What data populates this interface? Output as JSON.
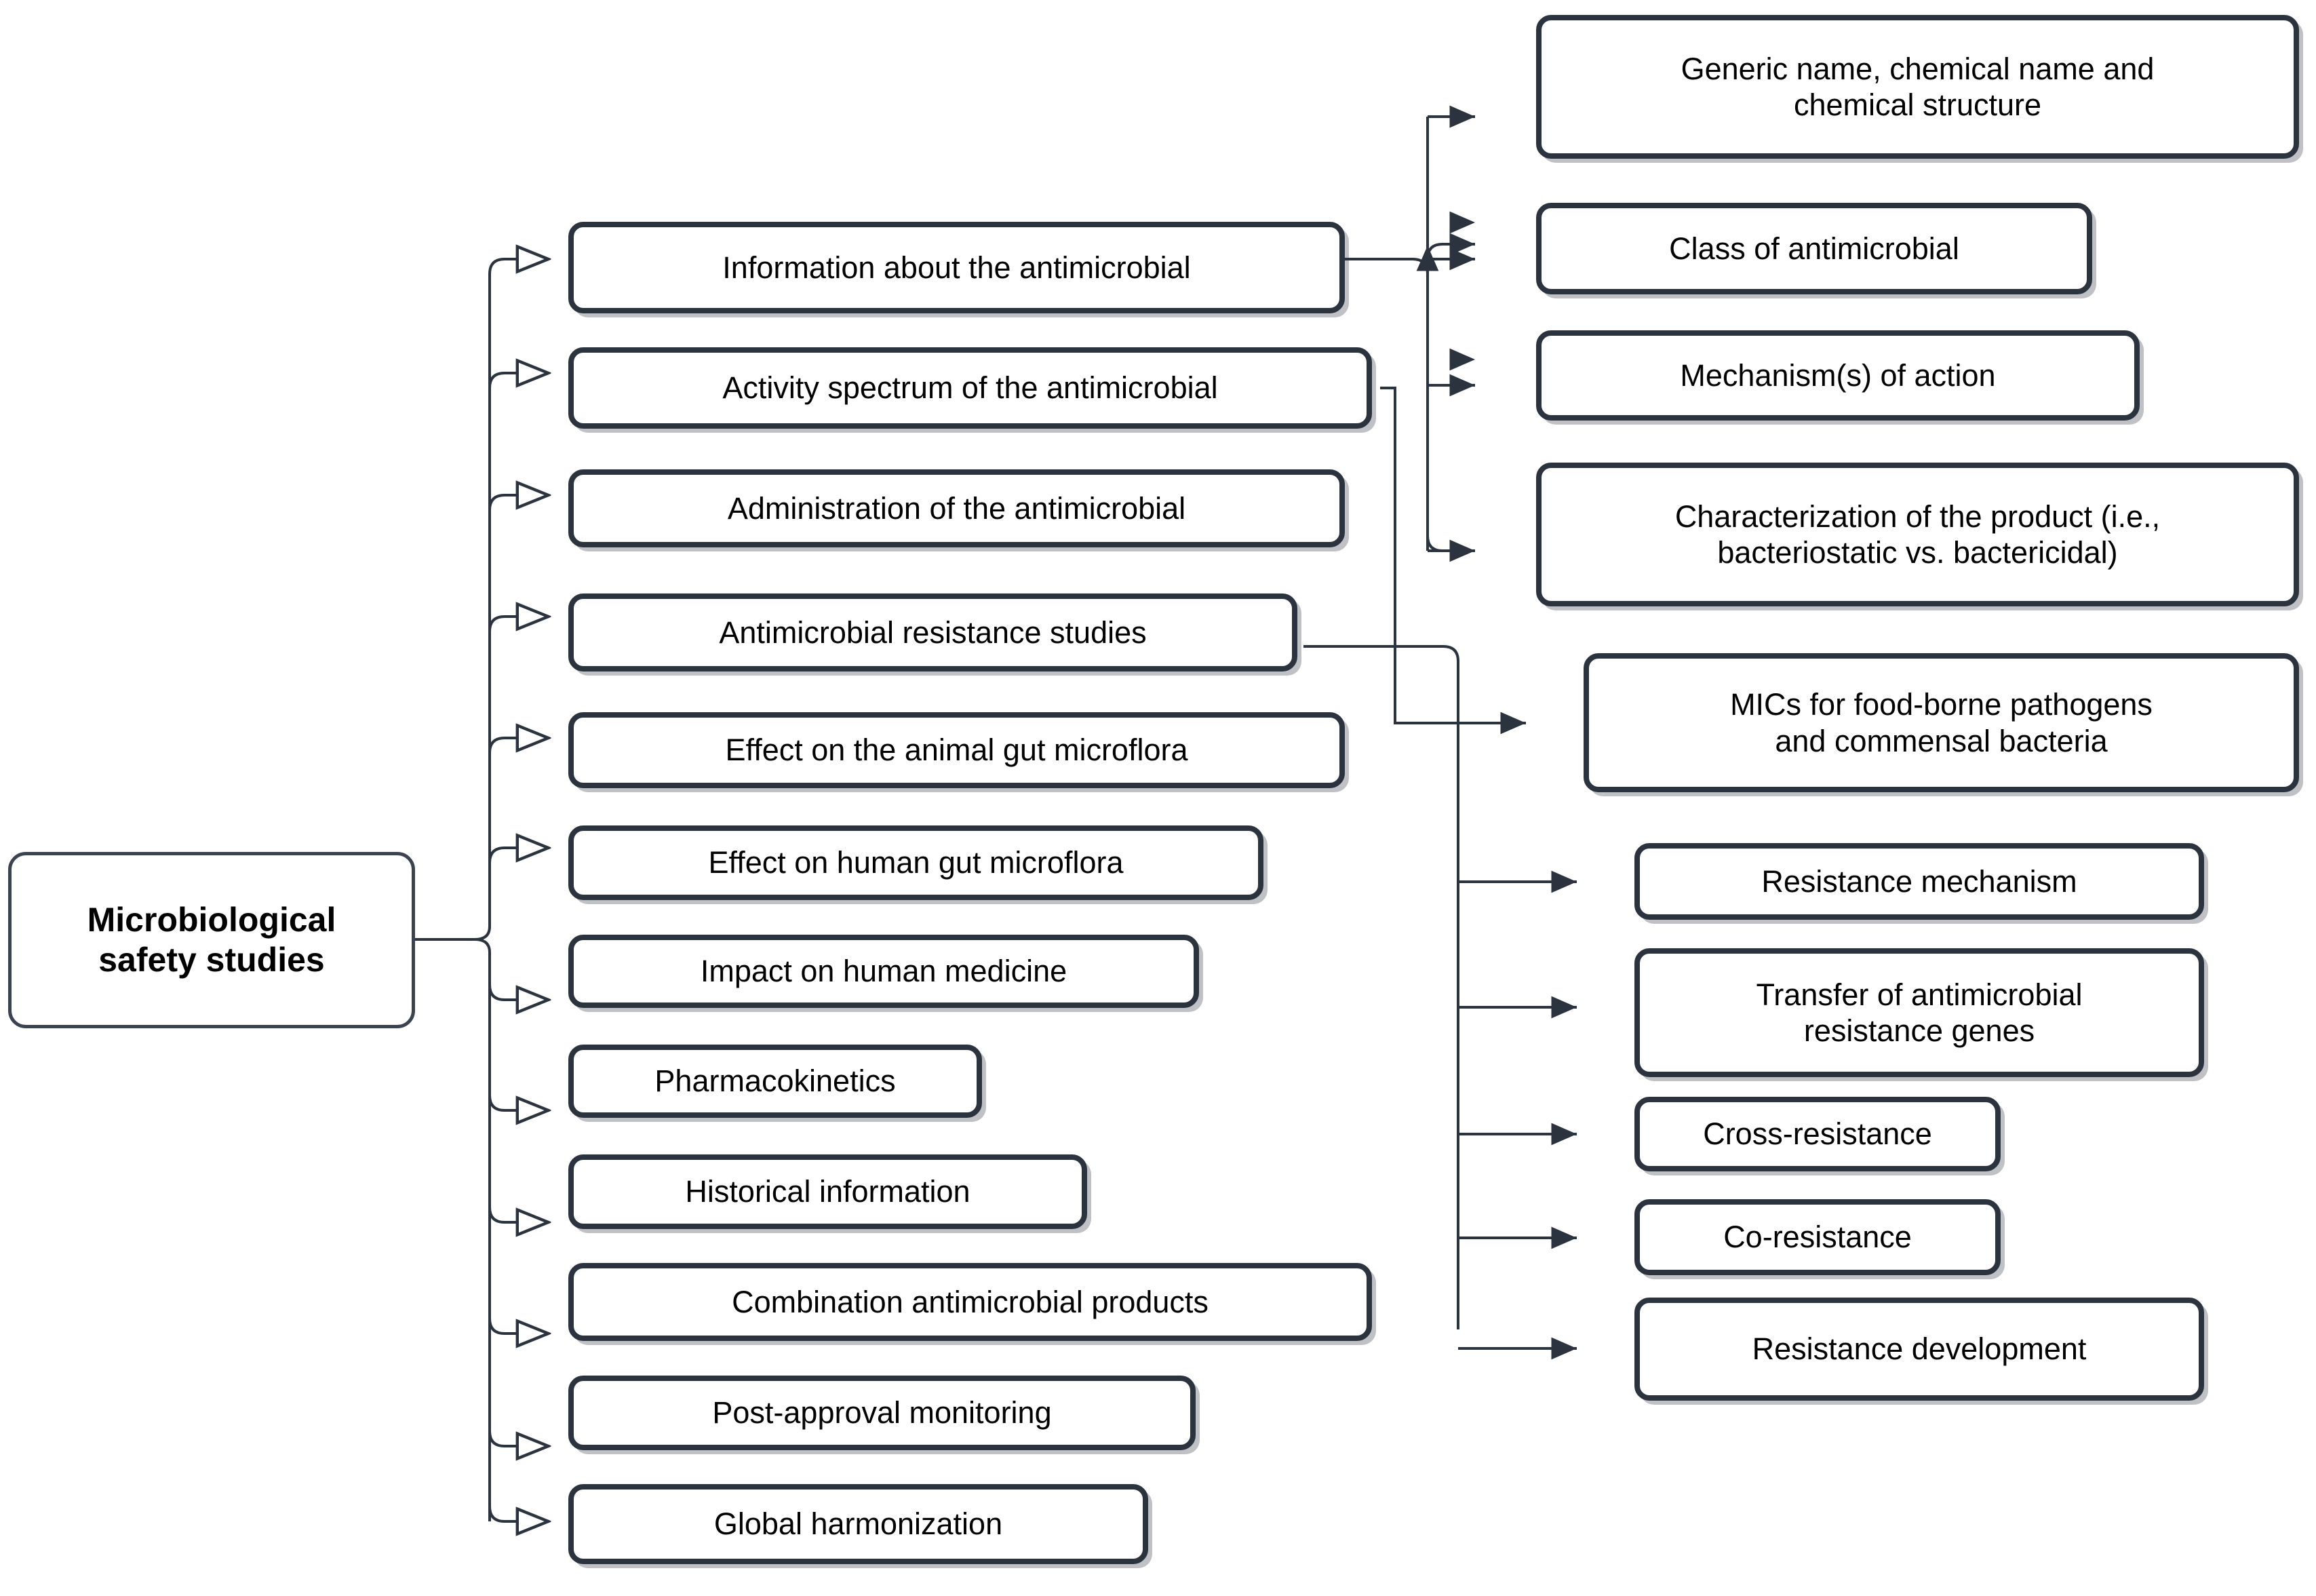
{
  "diagram": {
    "title": "Microbiological safety studies",
    "type": "hierarchical-tree",
    "orientation": "left-to-right",
    "colors": {
      "box_border": "#2b333f",
      "root_border": "#3b4351",
      "box_fill": "#ffffff",
      "connector": "#2b333f",
      "text": "#000000",
      "background": "#ffffff"
    },
    "arrowheads": {
      "level1": "hollow-triangle",
      "level2": "filled-triangle"
    }
  },
  "root": {
    "label": "Microbiological\nsafety studies",
    "line1": "Microbiological",
    "line2": "safety studies"
  },
  "branches": [
    {
      "id": "information",
      "label": "Information about the antimicrobial"
    },
    {
      "id": "activity-spectrum",
      "label": "Activity spectrum of the antimicrobial"
    },
    {
      "id": "administration",
      "label": "Administration of the antimicrobial"
    },
    {
      "id": "amr-studies",
      "label": "Antimicrobial resistance studies"
    },
    {
      "id": "animal-gut",
      "label": "Effect on the animal gut microflora"
    },
    {
      "id": "human-gut",
      "label": "Effect on human gut microflora"
    },
    {
      "id": "human-medicine",
      "label": "Impact on human medicine"
    },
    {
      "id": "pharmacokinetics",
      "label": "Pharmacokinetics"
    },
    {
      "id": "historical",
      "label": "Historical information"
    },
    {
      "id": "combination",
      "label": "Combination antimicrobial products"
    },
    {
      "id": "post-approval",
      "label": "Post-approval monitoring"
    },
    {
      "id": "global",
      "label": "Global harmonization"
    }
  ],
  "information_children": [
    {
      "id": "generic-name",
      "line1": "Generic name, chemical name and",
      "line2": "chemical structure",
      "label": "Generic name, chemical name and chemical structure"
    },
    {
      "id": "class",
      "line1": "Class of antimicrobial",
      "line2": "",
      "label": "Class of antimicrobial"
    },
    {
      "id": "mechanism",
      "line1": "Mechanism(s) of action",
      "line2": "",
      "label": "Mechanism(s) of action"
    },
    {
      "id": "characterization",
      "line1": "Characterization of the product (i.e.,",
      "line2": "bacteriostatic vs. bactericidal)",
      "label": "Characterization of the product (i.e., bacteriostatic vs. bactericidal)"
    }
  ],
  "activity_children": [
    {
      "id": "mics",
      "line1": "MICs for food-borne pathogens",
      "line2": "and commensal bacteria",
      "label": "MICs for food-borne pathogens and commensal bacteria"
    }
  ],
  "amr_children": [
    {
      "id": "resistance-mechanism",
      "line1": "Resistance mechanism",
      "line2": "",
      "label": "Resistance mechanism"
    },
    {
      "id": "gene-transfer",
      "line1": "Transfer of antimicrobial",
      "line2": "resistance genes",
      "label": "Transfer of antimicrobial resistance genes"
    },
    {
      "id": "cross-resistance",
      "line1": "Cross-resistance",
      "line2": "",
      "label": "Cross-resistance"
    },
    {
      "id": "co-resistance",
      "line1": "Co-resistance",
      "line2": "",
      "label": "Co-resistance"
    },
    {
      "id": "resistance-development",
      "line1": "Resistance development",
      "line2": "",
      "label": "Resistance development"
    }
  ]
}
